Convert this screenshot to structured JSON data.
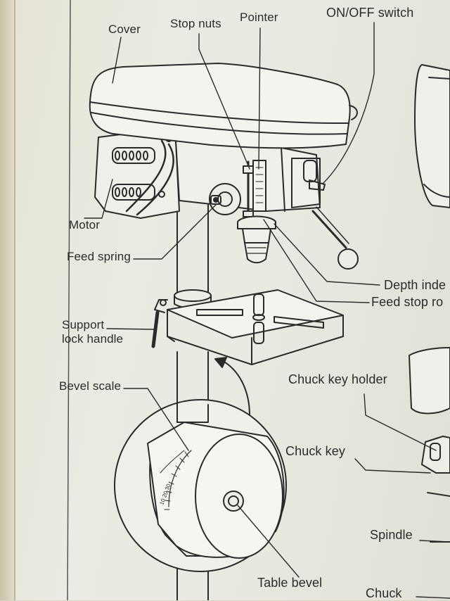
{
  "labels": {
    "cover": "Cover",
    "stop_nuts": "Stop nuts",
    "pointer": "Pointer",
    "on_off_switch": "ON/OFF switch",
    "motor": "Motor",
    "feed_spring": "Feed spring",
    "depth_index": "Depth inde",
    "feed_stop_rod": "Feed stop ro",
    "support_lock_handle": "Support\nlock handle",
    "chuck_key_holder": "Chuck key holder",
    "bevel_scale": "Bevel scale",
    "chuck_key": "Chuck key",
    "spindle": "Spindle",
    "table_bevel": "Table bevel",
    "chuck": "Chuck"
  }
}
